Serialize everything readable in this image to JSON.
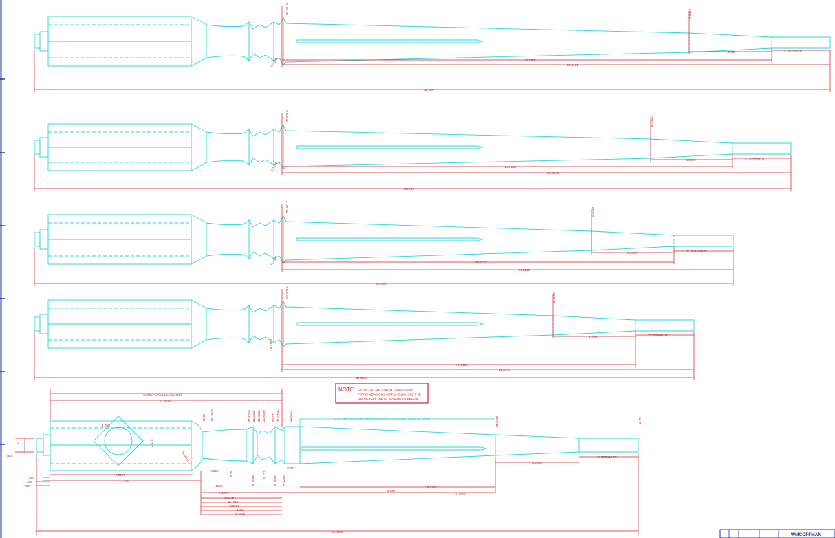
{
  "colors": {
    "outline": "#27d3da",
    "dimension": "#d31f26",
    "border": "#2233aa",
    "paper": "#ffffff"
  },
  "balusters": [
    {
      "total": "41.000",
      "fluted": "25.3125",
      "to_straight": "28.3125",
      "taper": "4.2500",
      "straight": "3\" STRAIGHT",
      "dia_top": "Ø1.6218",
      "dia_taper": "Ø.8987",
      "radius": "R.4350"
    },
    {
      "total": "39.000",
      "fluted": "23.3125",
      "to_straight": "26.3125",
      "taper": "4.2500",
      "straight": "3\" STRAIGHT",
      "dia_top": "Ø1.6218",
      "dia_taper": "Ø.9116",
      "radius": "R.4350"
    },
    {
      "total": "36.0000",
      "fluted": "20.3125",
      "to_straight": "23.3125",
      "taper": "4.2500",
      "straight": "3\" STRAIGHT",
      "dia_top": "Ø1.6217",
      "dia_taper": "Ø.9339",
      "radius": "R.4350"
    },
    {
      "total": "34.0000",
      "fluted": "18.3125",
      "to_straight": "21.3125",
      "taper": "4.2500",
      "straight": "3\" STRAIGHT",
      "dia_top": "Ø1.6215",
      "dia_taper": "Ø.9565",
      "radius": "R.4350"
    }
  ],
  "note": {
    "head": "NOTE:",
    "lines": [
      "ON 34\", 36\", 39\" AND 41\" BALUSTERS",
      "FOR DIMENSIONS NOT SHOWN, SEE THE",
      "DETAIL FOR THE 31\" BALUSTER BELOW."
    ]
  },
  "detail": {
    "same_for_all": "SAME FOR ALL LENGTHS",
    "len_11": "11.9375",
    "flutes": "10 FLUTES INDEXED AT 36 DEGREES 3/16\" WIDE AND 1/8\" DEEP",
    "square": "1.750",
    "square_h": "2.475",
    "dia_top": "Ø.9778",
    "dia_end": "Ø.75",
    "taper": "4.2500",
    "straight": "3\" STRAIGHT",
    "len_7312": "7.3125",
    "len_775": "7.750",
    "len_15": "15.3125",
    "len_95": "9.500",
    "len_18": "18.3125",
    "total": "31.0000",
    "r_left": "R1.0000",
    "d_0625": ".0625",
    "d_1875": ".1875",
    "d_8750": ".8750",
    "r_75": "R.75",
    "r_2583": "R.2583",
    "r_275": "R.275",
    "r_2803": "R.2803",
    "r_4350": "R.4350",
    "stack": [
      "2.4375",
      "3.0275",
      "3.4703",
      "3.5953",
      "4.0625",
      "4.1875"
    ],
    "head_dims": [
      "Ø.13",
      "Ø1.0625",
      "Ø1.6250",
      "Ø1.3330",
      "Ø1.4030",
      "Ø1.6050",
      "Ø.8771",
      "Ø1.3750",
      "Ø1.6201"
    ],
    "left_a": "a",
    "left_750": ".750",
    "left_313": ".313",
    "left_625": ".625",
    "left_750b": ".750"
  },
  "title_block": {
    "company": "WMCOFFMAN"
  }
}
